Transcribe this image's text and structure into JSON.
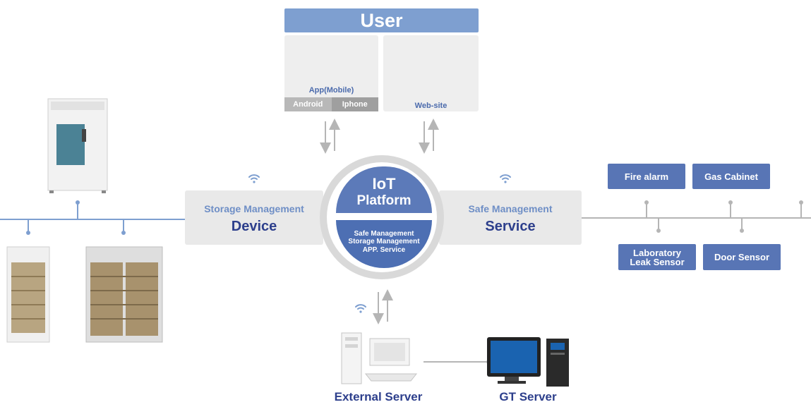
{
  "user": {
    "title": "User",
    "app_label": "App(Mobile)",
    "os_android": "Android",
    "os_iphone": "Iphone",
    "web_label": "Web-site"
  },
  "iot": {
    "title_line1": "IoT",
    "title_line2": "Platform",
    "service_line1": "Safe Management",
    "service_line2": "Storage Management",
    "service_line3": "APP. Service"
  },
  "storage_panel": {
    "subtitle": "Storage Management",
    "title": "Device"
  },
  "safe_panel": {
    "subtitle": "Safe Management",
    "title": "Service"
  },
  "sensors": {
    "fire_alarm": "Fire alarm",
    "gas_cabinet": "Gas Cabinet",
    "leak_sensor_line1": "Laboratory",
    "leak_sensor_line2": "Leak Sensor",
    "door_sensor": "Door Sensor"
  },
  "servers": {
    "external": "External Server",
    "gt": "GT Server"
  },
  "colors": {
    "dark_blue": "#2d3f8c",
    "mid_blue": "#5875b5",
    "light_blue": "#7e9fd0",
    "panel_grey": "#e9e9e9",
    "line_grey": "#b5b5b5"
  }
}
